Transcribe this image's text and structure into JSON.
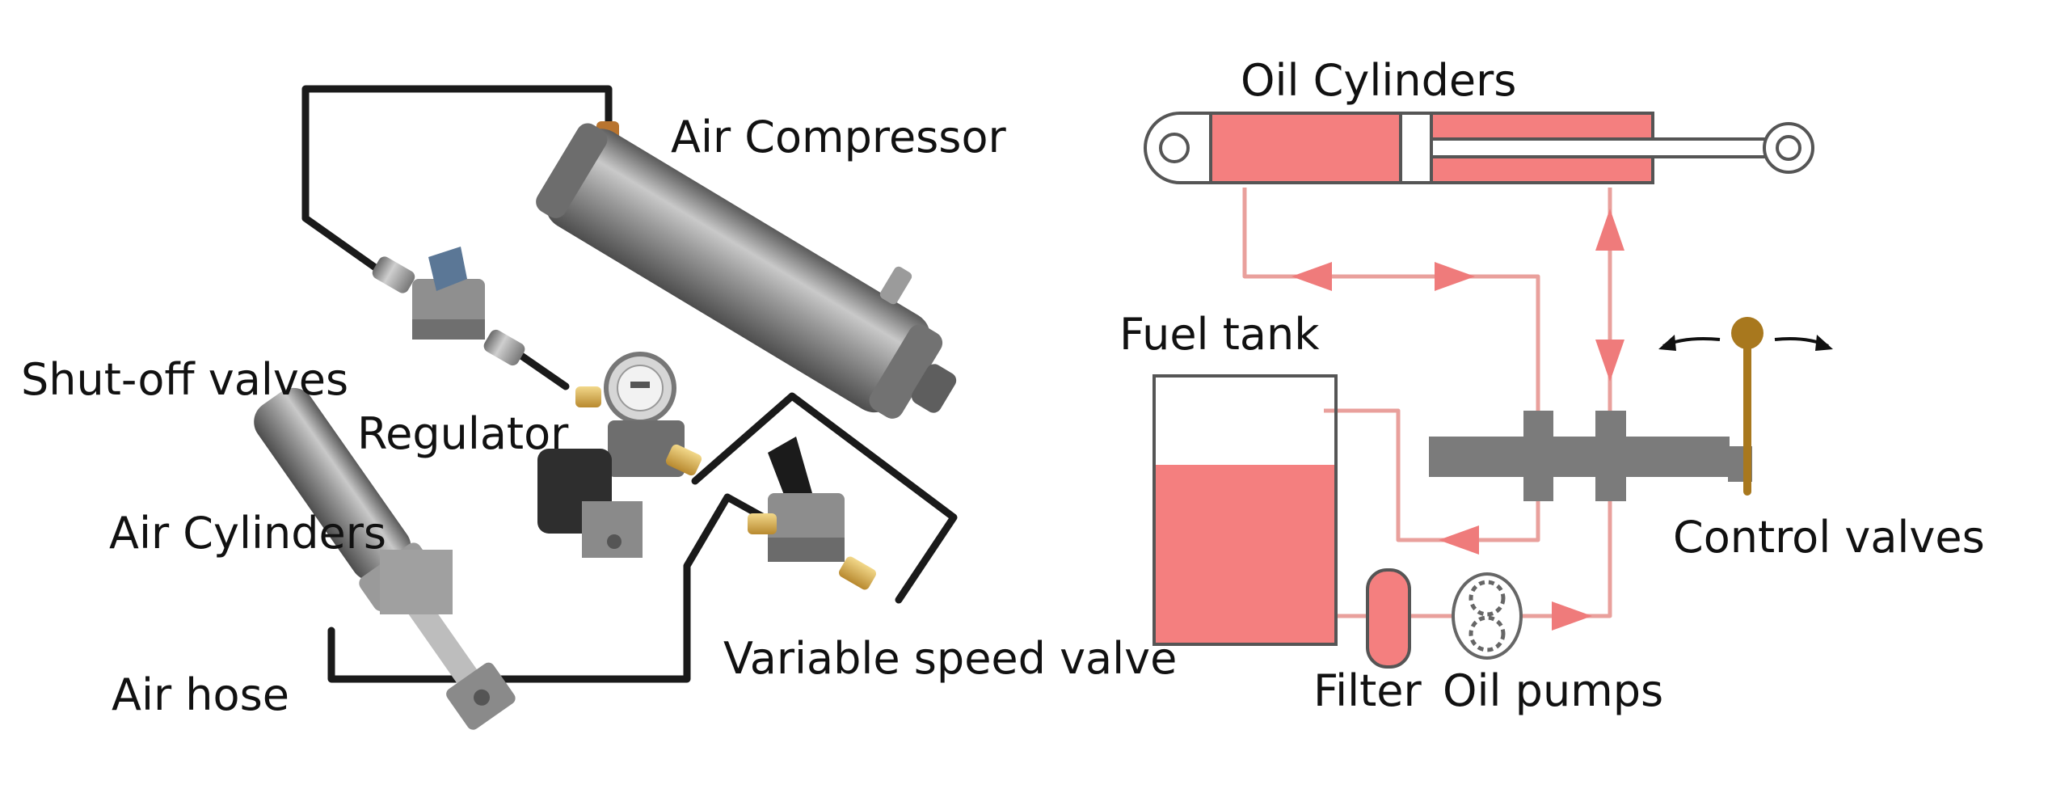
{
  "labels": {
    "air_compressor": "Air Compressor",
    "shut_off_valves": "Shut-off valves",
    "regulator": "Regulator",
    "air_cylinders": "Air Cylinders",
    "air_hose": "Air hose",
    "variable_speed_valve": "Variable speed valve",
    "oil_cylinders": "Oil Cylinders",
    "fuel_tank": "Fuel tank",
    "control_valves": "Control valves",
    "filter": "Filter",
    "oil_pumps": "Oil pumps"
  },
  "colors": {
    "hydraulic_fill": "#f47f7f",
    "hydraulic_line": "#e9a09c",
    "arrow": "#ef7b7b",
    "hose": "#1a1a1a",
    "valve_body": "#7b7b7b",
    "metal": "#8e8e8e",
    "brass": "#d9b257",
    "lever": "#a8781e"
  }
}
